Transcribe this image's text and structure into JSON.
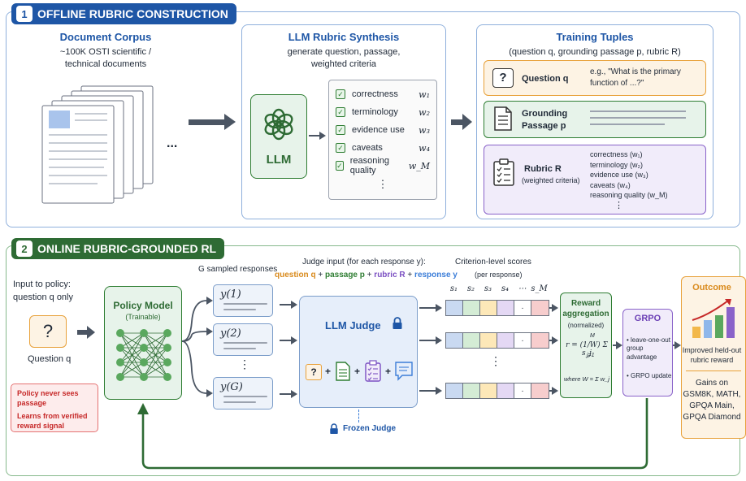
{
  "section1": {
    "num": "1",
    "title": "OFFLINE RUBRIC CONSTRUCTION"
  },
  "corpus": {
    "title": "Document Corpus",
    "line1": "~100K OSTI scientific /",
    "line2": "technical documents",
    "ellipsis": "..."
  },
  "synthesis": {
    "title": "LLM Rubric Synthesis",
    "line1": "generate question, passage,",
    "line2": "weighted criteria",
    "llm_label": "LLM",
    "criteria": [
      {
        "label": "correctness",
        "weight": "w₁"
      },
      {
        "label": "terminology",
        "weight": "w₂"
      },
      {
        "label": "evidence use",
        "weight": "w₃"
      },
      {
        "label": "caveats",
        "weight": "w₄"
      },
      {
        "label": "reasoning quality",
        "weight": "w_M"
      }
    ],
    "more": "⋮"
  },
  "tuples": {
    "title": "Training Tuples",
    "subtitle": "(question q, grounding passage p, rubric R)",
    "question_label": "Question q",
    "question_example": "e.g., \"What is the primary function of ...?\"",
    "passage_label1": "Grounding",
    "passage_label2": "Passage p",
    "rubric_label": "Rubric R",
    "rubric_sub": "(weighted criteria)",
    "rubric_items": [
      "correctness (w₁)",
      "terminology (w₂)",
      "evidence use (w₃)",
      "caveats (w₄)",
      "reasoning quality (w_M)"
    ],
    "more": "⋮"
  },
  "section2": {
    "num": "2",
    "title": "ONLINE RUBRIC-GROUNDED RL"
  },
  "input": {
    "line1": "Input to policy:",
    "line2": "question q only",
    "q_label": "Question q",
    "q_glyph": "?"
  },
  "warn": {
    "line1": "Policy never sees passage",
    "line2": "Learns from verified",
    "line3": "reward signal"
  },
  "policy": {
    "title": "Policy Model",
    "sub": "(Trainable)"
  },
  "responses": {
    "title": "G sampled responses",
    "y1": "y(1)",
    "y2": "y(2)",
    "yg": "y(G)",
    "dots": "⋮"
  },
  "judge_input": {
    "line1": "Judge input (for each response y):",
    "q": "question q",
    "plus1": " + ",
    "p": "passage p",
    "plus2": " + ",
    "r": "rubric R",
    "plus3": " + ",
    "y": "response y"
  },
  "judge": {
    "title": "LLM Judge",
    "frozen": "Frozen Judge",
    "plus": "+"
  },
  "scores": {
    "title": "Criterion-level scores",
    "sub": "(per response)",
    "labels": [
      "s₁",
      "s₂",
      "s₃",
      "s₄",
      "⋯",
      "s_M"
    ],
    "dot": ".",
    "vdots": "⋮"
  },
  "reward": {
    "title1": "Reward",
    "title2": "aggregation",
    "sub": "(normalized)",
    "formula": "r = (1/W) Σ s_j",
    "where": "where W = Σ w_j",
    "sum_top": "M",
    "sum_bot": "j=1"
  },
  "grpo": {
    "title": "GRPO",
    "b1": "leave-one-out group advantage",
    "b2": "GRPO update"
  },
  "outcome": {
    "title": "Outcome",
    "line1": "Improved held-out",
    "line2": "rubric reward",
    "gains1": "Gains on",
    "gains2": "GSM8K, MATH,",
    "gains3": "GPQA Main,",
    "gains4": "GPQA Diamond"
  },
  "colors": {
    "blue": "#1e56a6",
    "green": "#2e6b34",
    "orange": "#e8a13a",
    "purple": "#8a63c9"
  }
}
